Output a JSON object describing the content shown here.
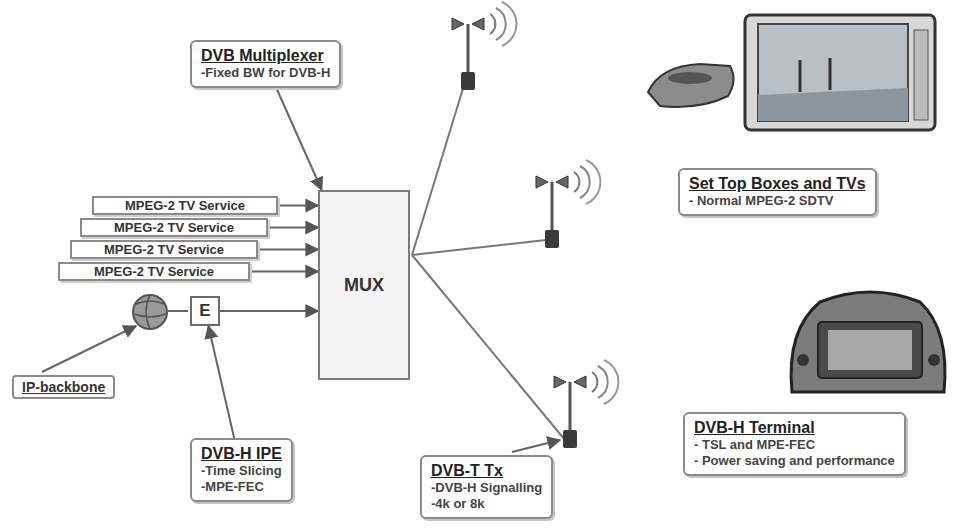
{
  "diagram": {
    "nodes": [
      {
        "text": [
          "DVB Multiplexer",
          "-Fixed BW for DVB-H"
        ]
      },
      {
        "text": [
          "Set Top Boxes and TVs",
          "- Normal MPEG-2 SDTV"
        ]
      },
      {
        "text": [
          "MPEG-2 TV Service"
        ]
      },
      {
        "text": [
          "MPEG-2 TV Service"
        ]
      },
      {
        "text": [
          "MPEG-2 TV Service"
        ]
      },
      {
        "text": [
          "MPEG-2 TV Service"
        ]
      },
      {
        "text": [
          "MUX"
        ]
      },
      {
        "text": [
          "E"
        ]
      },
      {
        "text": [
          "IP-backbone"
        ]
      },
      {
        "text": [
          "DVB-H Terminal",
          "- TSL and MPE-FEC",
          "- Power saving and performance"
        ]
      },
      {
        "text": [
          "DVB-H IPE",
          "-Time Slicing",
          "-MPE-FEC"
        ]
      },
      {
        "text": [
          "DVB-T Tx",
          "-DVB-H Signalling",
          "-4k or 8k"
        ]
      }
    ],
    "edges": [
      {
        "from": 0,
        "to": 6,
        "arrow": "to"
      },
      {
        "from": 2,
        "to": 6,
        "arrow": "to"
      },
      {
        "from": 3,
        "to": 6,
        "arrow": "to"
      },
      {
        "from": 4,
        "to": 6,
        "arrow": "to"
      },
      {
        "from": 5,
        "to": 6,
        "arrow": "to"
      },
      {
        "from": 7,
        "to": 6,
        "arrow": "to"
      },
      {
        "from": 10,
        "to": 7,
        "arrow": "to"
      }
    ]
  }
}
